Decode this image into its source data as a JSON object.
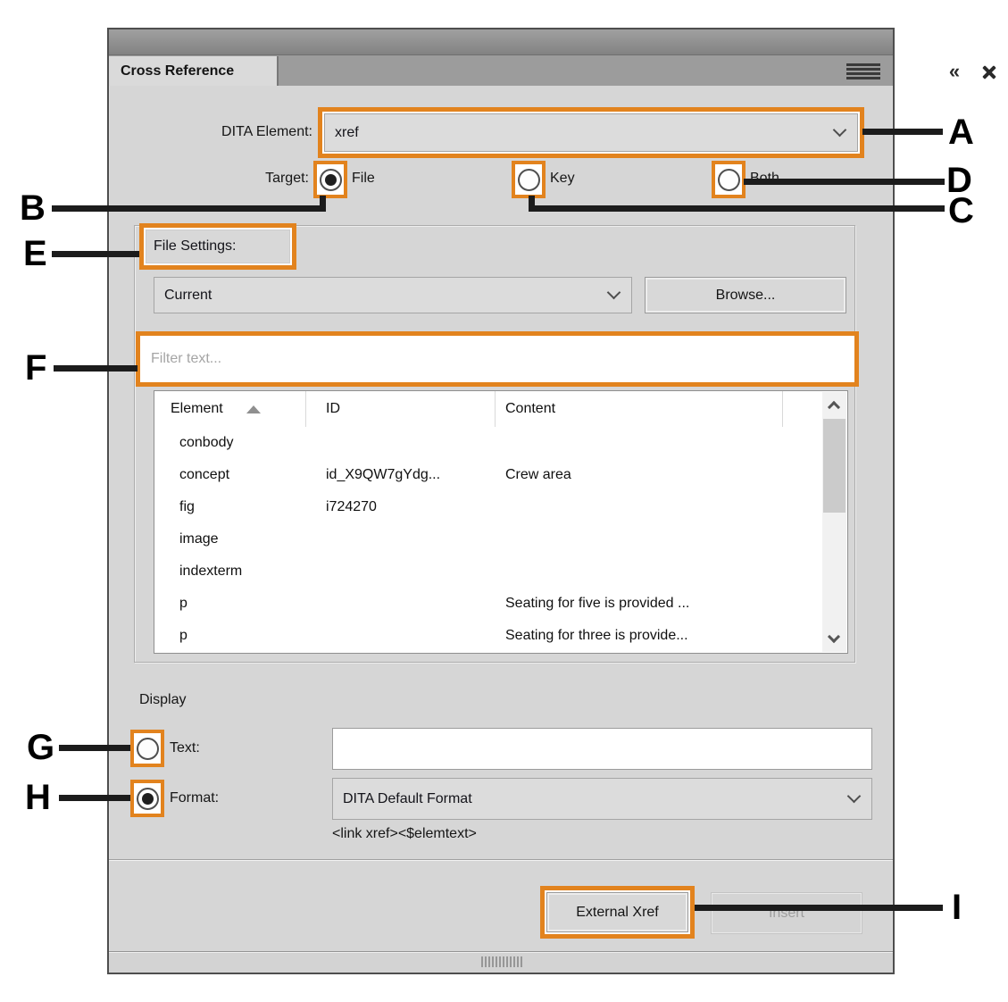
{
  "window": {
    "tab_title": "Cross Reference"
  },
  "dita_element": {
    "label": "DITA Element:",
    "value": "xref"
  },
  "target": {
    "label": "Target:",
    "options": [
      {
        "label": "File",
        "selected": true
      },
      {
        "label": "Key",
        "selected": false
      },
      {
        "label": "Both",
        "selected": false
      }
    ]
  },
  "file_settings": {
    "label": "File Settings:",
    "file_source": "Current",
    "browse_label": "Browse...",
    "filter_placeholder": "Filter text...",
    "table": {
      "columns": [
        "Element",
        "ID",
        "Content"
      ],
      "sort": {
        "column": "Element",
        "direction": "ascending"
      },
      "rows": [
        {
          "element": "conbody",
          "id": "",
          "content": ""
        },
        {
          "element": "concept",
          "id": "id_X9QW7gYdg...",
          "content": "Crew area"
        },
        {
          "element": "fig",
          "id": "i724270",
          "content": ""
        },
        {
          "element": "image",
          "id": "",
          "content": ""
        },
        {
          "element": "indexterm",
          "id": "",
          "content": ""
        },
        {
          "element": "p",
          "id": "",
          "content": "Seating for five is provided ..."
        },
        {
          "element": "p",
          "id": "",
          "content": "Seating for three is provide..."
        }
      ]
    }
  },
  "display": {
    "label": "Display",
    "text_option": {
      "label": "Text:",
      "selected": false,
      "value": ""
    },
    "format_option": {
      "label": "Format:",
      "selected": true,
      "value": "DITA Default Format"
    },
    "format_preview": "<link xref><$elemtext>"
  },
  "actions": {
    "external_xref": "External Xref",
    "insert": "Insert"
  },
  "annotations": {
    "letters": [
      "A",
      "B",
      "C",
      "D",
      "E",
      "F",
      "G",
      "H",
      "I"
    ]
  },
  "colors": {
    "highlight_orange": "#e2831e",
    "annotation_line": "#1c1c1c"
  }
}
